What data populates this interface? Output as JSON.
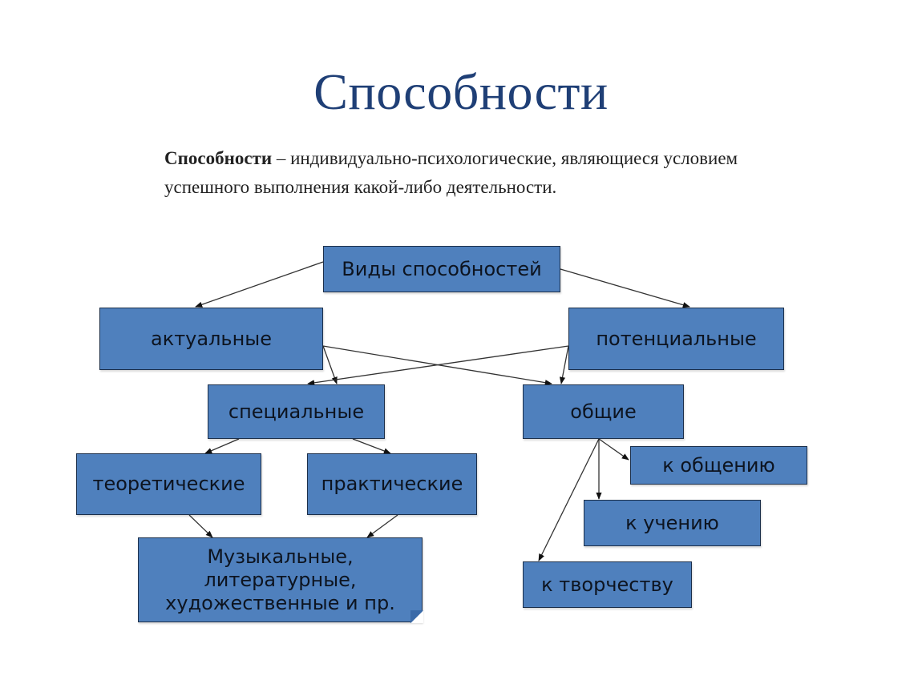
{
  "slide": {
    "title": "Способности",
    "definition": {
      "term": "Способности",
      "text": " – индивидуально-психологические, являющиеся условием успешного выполнения какой-либо деятельности."
    }
  },
  "diagram": {
    "colors": {
      "box_fill": "#4f80bd",
      "box_border": "#1c2f4a",
      "title": "#1f3f76",
      "arrow": "#222222"
    },
    "nodes": {
      "root": "Виды способностей",
      "actual": "актуальные",
      "potential": "потенциальные",
      "special": "специальные",
      "general": "общие",
      "theoretical": "теоретические",
      "practical": "практические",
      "music": [
        "Музыкальные,",
        "литературные,",
        "художественные и пр."
      ],
      "communication": "к общению",
      "learning": "к учению",
      "creativity": "к творчеству"
    },
    "edges": [
      [
        "root",
        "actual"
      ],
      [
        "root",
        "potential"
      ],
      [
        "actual",
        "special"
      ],
      [
        "actual",
        "general"
      ],
      [
        "potential",
        "special"
      ],
      [
        "potential",
        "general"
      ],
      [
        "special",
        "theoretical"
      ],
      [
        "special",
        "practical"
      ],
      [
        "theoretical",
        "music"
      ],
      [
        "practical",
        "music"
      ],
      [
        "general",
        "communication"
      ],
      [
        "general",
        "learning"
      ],
      [
        "general",
        "creativity"
      ]
    ]
  }
}
